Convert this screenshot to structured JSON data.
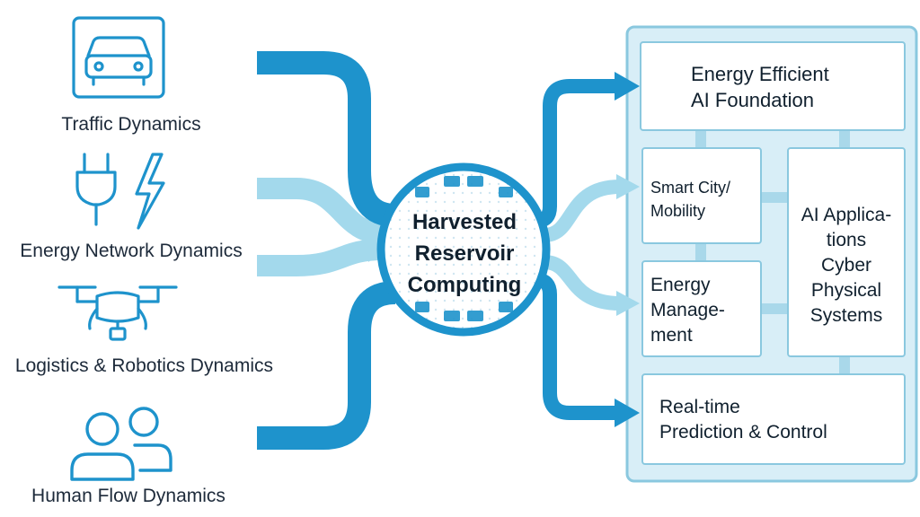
{
  "sources": [
    {
      "label": "Traffic Dynamics",
      "icon": "car-icon"
    },
    {
      "label": "Energy Network Dynamics",
      "icon": "plug-lightning-icon"
    },
    {
      "label": "Logistics & Robotics Dynamics",
      "icon": "drone-icon"
    },
    {
      "label": "Human Flow Dynamics",
      "icon": "people-icon"
    }
  ],
  "hub": {
    "line1": "Harvested",
    "line2": "Reservoir",
    "line3": "Computing",
    "icon": "gear-icon"
  },
  "outputs": {
    "efficiency": "Energy Efficient\nAI Foundation",
    "smart_city": "Smart City/\nMobility",
    "energy_management": "Energy\nManage-\nment",
    "ai_applications": "AI Applica-\ntions\nCyber\nPhysical\nSystems",
    "realtime": "Real-time\nPrediction & Control"
  },
  "colors": {
    "dark_flow": "#1e93cc",
    "light_flow": "#a3d9ec",
    "panel_bg": "#d8eef7",
    "panel_border": "#8ac8df",
    "connector": "#a9d8ea",
    "hub_border": "#1e93cc",
    "hub_gear": "#1e93cc",
    "text": "#10202e"
  }
}
